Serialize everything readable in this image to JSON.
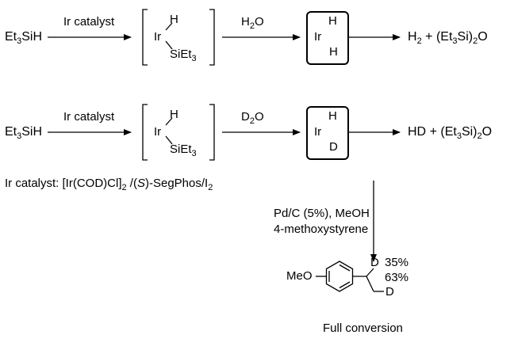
{
  "row1": {
    "reagent": {
      "main": "Et",
      "sub": "3",
      "rest": "SiH"
    },
    "arrow1_label": "Ir catalyst",
    "complex": {
      "h": "H",
      "ir": "Ir",
      "si_main": "SiEt",
      "si_sub": "3"
    },
    "arrow2_label": {
      "main": "H",
      "sub": "2",
      "rest": "O"
    },
    "hydride": {
      "top": "H",
      "ir": "Ir",
      "bottom": "H"
    },
    "product": {
      "p1": "H",
      "p1_sub": "2",
      "plus": "+",
      "p2a": "(Et",
      "p2a_sub": "3",
      "p2b": "Si)",
      "p2b_sub": "2",
      "p2c": "O"
    }
  },
  "row2": {
    "reagent": {
      "main": "Et",
      "sub": "3",
      "rest": "SiH"
    },
    "arrow1_label": "Ir catalyst",
    "complex": {
      "h": "H",
      "ir": "Ir",
      "si_main": "SiEt",
      "si_sub": "3"
    },
    "arrow2_label": {
      "main": "D",
      "sub": "2",
      "rest": "O"
    },
    "hydride": {
      "top": "H",
      "ir": "Ir",
      "bottom": "D"
    },
    "product": {
      "p1": "HD",
      "plus": "+",
      "p2a": "(Et",
      "p2a_sub": "3",
      "p2b": "Si)",
      "p2b_sub": "2",
      "p2c": "O"
    }
  },
  "catalyst_note": {
    "label": "Ir catalyst: [Ir(COD)Cl]",
    "sub1": "2",
    "slash": " /(",
    "stereo": "S",
    "rest": ")-SegPhos/I",
    "sub2": "2"
  },
  "down_arrow": {
    "line1": "Pd/C (5%), MeOH",
    "line2": "4-methoxystyrene"
  },
  "final_product": {
    "substituent": "MeO",
    "d_top": "D",
    "pct_top": "35%",
    "pct_bottom": "63%",
    "d_bottom": "D",
    "caption": "Full conversion"
  }
}
